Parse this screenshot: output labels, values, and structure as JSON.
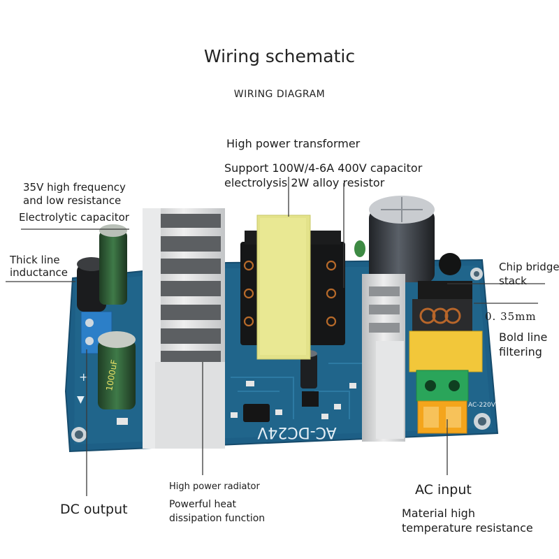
{
  "header": {
    "title": "Wiring schematic",
    "subtitle": "WIRING DIAGRAM"
  },
  "labels": {
    "transformer_title": "High power transformer",
    "transformer_spec_1": "Support 100W/4-6A 400V capacitor",
    "transformer_spec_2": "electrolysis 2W alloy resistor",
    "cap_line_1": "35V high frequency",
    "cap_line_2": "and low resistance",
    "cap_line_3": "Electrolytic capacitor",
    "inductance_line_1": "Thick line",
    "inductance_line_2": "inductance",
    "bridge_line_1": "Chip bridge",
    "bridge_line_2": "stack",
    "wire_size": "0. 35mm",
    "filter_line_1": "Bold line",
    "filter_line_2": "filtering",
    "dc_output": "DC output",
    "radiator_title": "High power radiator",
    "radiator_line_1": "Powerful heat",
    "radiator_line_2": "dissipation function",
    "ac_input": "AC input",
    "material_line_1": "Material high",
    "material_line_2": "temperature resistance"
  },
  "board": {
    "silkscreen": "AC-DC24V",
    "cap_marking": "1000uF",
    "ac_marking": "AC-220V"
  },
  "colors": {
    "pcb": "#1d5f86",
    "heatsink": "#d9dadb",
    "transformer": "#e3e28a",
    "terminal_blue": "#2c7fc8",
    "terminal_green": "#2aa55a",
    "terminal_orange": "#f4a51c",
    "filter_cap": "#f2c73a"
  }
}
